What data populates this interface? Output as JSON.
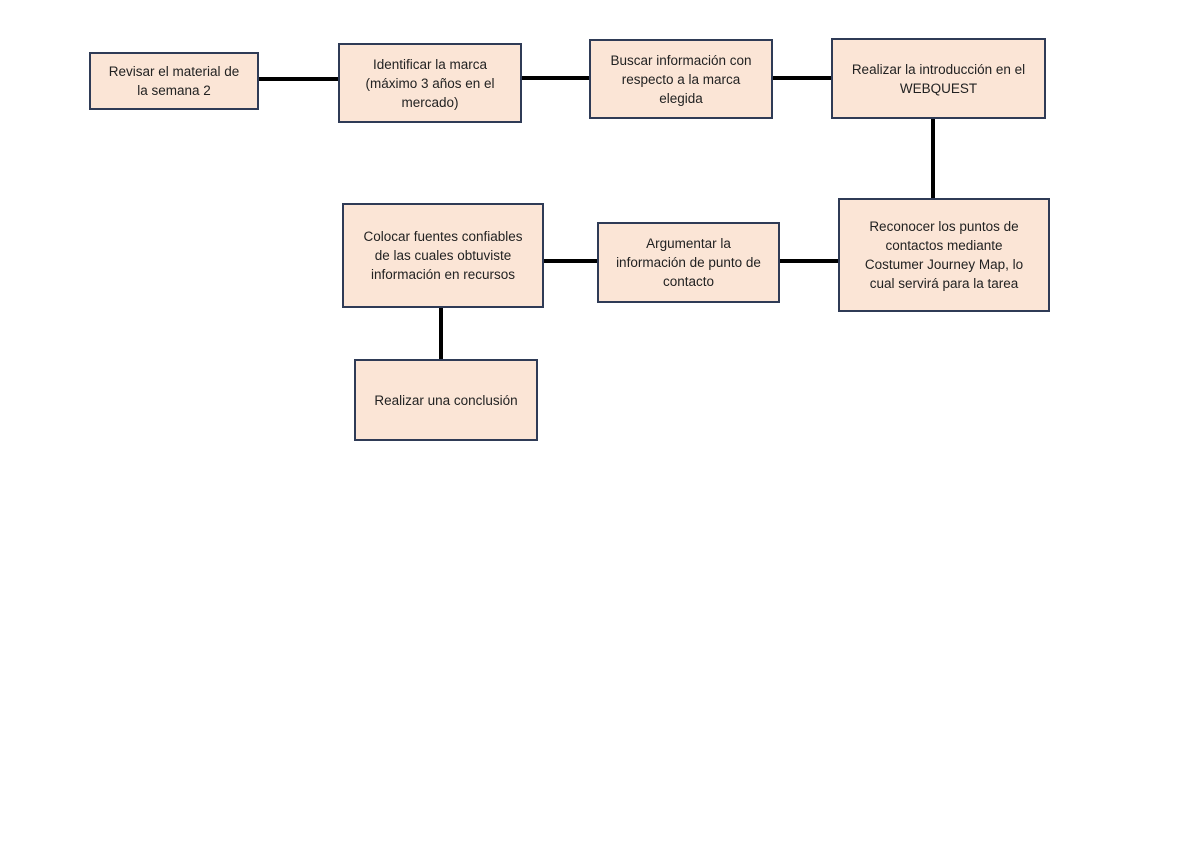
{
  "diagram": {
    "colors": {
      "node_fill": "#fbe5d6",
      "node_border": "#2f3b56",
      "connector": "#000000",
      "background": "#ffffff"
    },
    "steps": [
      {
        "id": "s1",
        "label": "Revisar el material de\nla semana 2"
      },
      {
        "id": "s2",
        "label": "Identificar la marca\n(máximo 3 años en el\nmercado)"
      },
      {
        "id": "s3",
        "label": "Buscar información con\nrespecto a la marca\nelegida"
      },
      {
        "id": "s4",
        "label": "Realizar la introducción en el\nWEBQUEST"
      },
      {
        "id": "s5",
        "label": "Reconocer los puntos de\ncontactos mediante\nCostumer Journey Map, lo\ncual servirá para la tarea"
      },
      {
        "id": "s6",
        "label": "Argumentar la\ninformación de punto de\ncontacto"
      },
      {
        "id": "s7",
        "label": "Colocar fuentes confiables\nde las cuales obtuviste\ninformación en recursos"
      },
      {
        "id": "s8",
        "label": "Realizar una conclusión"
      }
    ],
    "connections": [
      {
        "from": "s1",
        "to": "s2"
      },
      {
        "from": "s2",
        "to": "s3"
      },
      {
        "from": "s3",
        "to": "s4"
      },
      {
        "from": "s4",
        "to": "s5"
      },
      {
        "from": "s5",
        "to": "s6"
      },
      {
        "from": "s6",
        "to": "s7"
      },
      {
        "from": "s7",
        "to": "s8"
      }
    ]
  }
}
